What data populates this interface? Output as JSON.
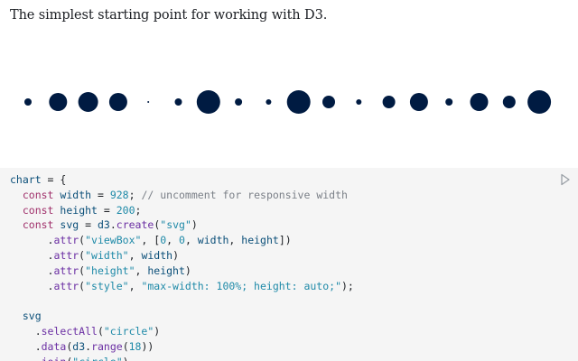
{
  "intro_text": "The simplest starting point for working with D3.",
  "colors": {
    "circle_fill": "#001b42",
    "code_background": "#f5f5f5"
  },
  "output": {
    "circle_radii": [
      4,
      10,
      11,
      10,
      1,
      4,
      13,
      4,
      3,
      13,
      7,
      3,
      7,
      10,
      4,
      10,
      7,
      13
    ]
  },
  "code_cell": {
    "run_button_icon": "play-icon",
    "lines": [
      [
        [
          "chart",
          "name"
        ],
        [
          " = {",
          "plain"
        ]
      ],
      [
        [
          "  ",
          "plain"
        ],
        [
          "const",
          "key"
        ],
        [
          " ",
          "plain"
        ],
        [
          "width",
          "name"
        ],
        [
          " = ",
          "plain"
        ],
        [
          "928",
          "num"
        ],
        [
          "; ",
          "plain"
        ],
        [
          "// uncomment for responsive width",
          "com"
        ]
      ],
      [
        [
          "  ",
          "plain"
        ],
        [
          "const",
          "key"
        ],
        [
          " ",
          "plain"
        ],
        [
          "height",
          "name"
        ],
        [
          " = ",
          "plain"
        ],
        [
          "200",
          "num"
        ],
        [
          ";",
          "plain"
        ]
      ],
      [
        [
          "  ",
          "plain"
        ],
        [
          "const",
          "key"
        ],
        [
          " ",
          "plain"
        ],
        [
          "svg",
          "name"
        ],
        [
          " = ",
          "plain"
        ],
        [
          "d3",
          "name"
        ],
        [
          ".",
          "plain"
        ],
        [
          "create",
          "fn"
        ],
        [
          "(",
          "plain"
        ],
        [
          "\"svg\"",
          "str"
        ],
        [
          ")",
          "plain"
        ]
      ],
      [
        [
          "      .",
          "plain"
        ],
        [
          "attr",
          "fn"
        ],
        [
          "(",
          "plain"
        ],
        [
          "\"viewBox\"",
          "str"
        ],
        [
          ", [",
          "plain"
        ],
        [
          "0",
          "num"
        ],
        [
          ", ",
          "plain"
        ],
        [
          "0",
          "num"
        ],
        [
          ", ",
          "plain"
        ],
        [
          "width",
          "name"
        ],
        [
          ", ",
          "plain"
        ],
        [
          "height",
          "name"
        ],
        [
          "])",
          "plain"
        ]
      ],
      [
        [
          "      .",
          "plain"
        ],
        [
          "attr",
          "fn"
        ],
        [
          "(",
          "plain"
        ],
        [
          "\"width\"",
          "str"
        ],
        [
          ", ",
          "plain"
        ],
        [
          "width",
          "name"
        ],
        [
          ")",
          "plain"
        ]
      ],
      [
        [
          "      .",
          "plain"
        ],
        [
          "attr",
          "fn"
        ],
        [
          "(",
          "plain"
        ],
        [
          "\"height\"",
          "str"
        ],
        [
          ", ",
          "plain"
        ],
        [
          "height",
          "name"
        ],
        [
          ")",
          "plain"
        ]
      ],
      [
        [
          "      .",
          "plain"
        ],
        [
          "attr",
          "fn"
        ],
        [
          "(",
          "plain"
        ],
        [
          "\"style\"",
          "str"
        ],
        [
          ", ",
          "plain"
        ],
        [
          "\"max-width: 100%; height: auto;\"",
          "str"
        ],
        [
          ");",
          "plain"
        ]
      ],
      [
        [
          "",
          "plain"
        ]
      ],
      [
        [
          "  ",
          "plain"
        ],
        [
          "svg",
          "name"
        ]
      ],
      [
        [
          "    .",
          "plain"
        ],
        [
          "selectAll",
          "fn"
        ],
        [
          "(",
          "plain"
        ],
        [
          "\"circle\"",
          "str"
        ],
        [
          ")",
          "plain"
        ]
      ],
      [
        [
          "    .",
          "plain"
        ],
        [
          "data",
          "fn"
        ],
        [
          "(",
          "plain"
        ],
        [
          "d3",
          "name"
        ],
        [
          ".",
          "plain"
        ],
        [
          "range",
          "fn"
        ],
        [
          "(",
          "plain"
        ],
        [
          "18",
          "num"
        ],
        [
          "))",
          "plain"
        ]
      ],
      [
        [
          "    .",
          "plain"
        ],
        [
          "join",
          "fn"
        ],
        [
          "(",
          "plain"
        ],
        [
          "\"circle\"",
          "str"
        ],
        [
          ")",
          "plain"
        ]
      ]
    ]
  }
}
